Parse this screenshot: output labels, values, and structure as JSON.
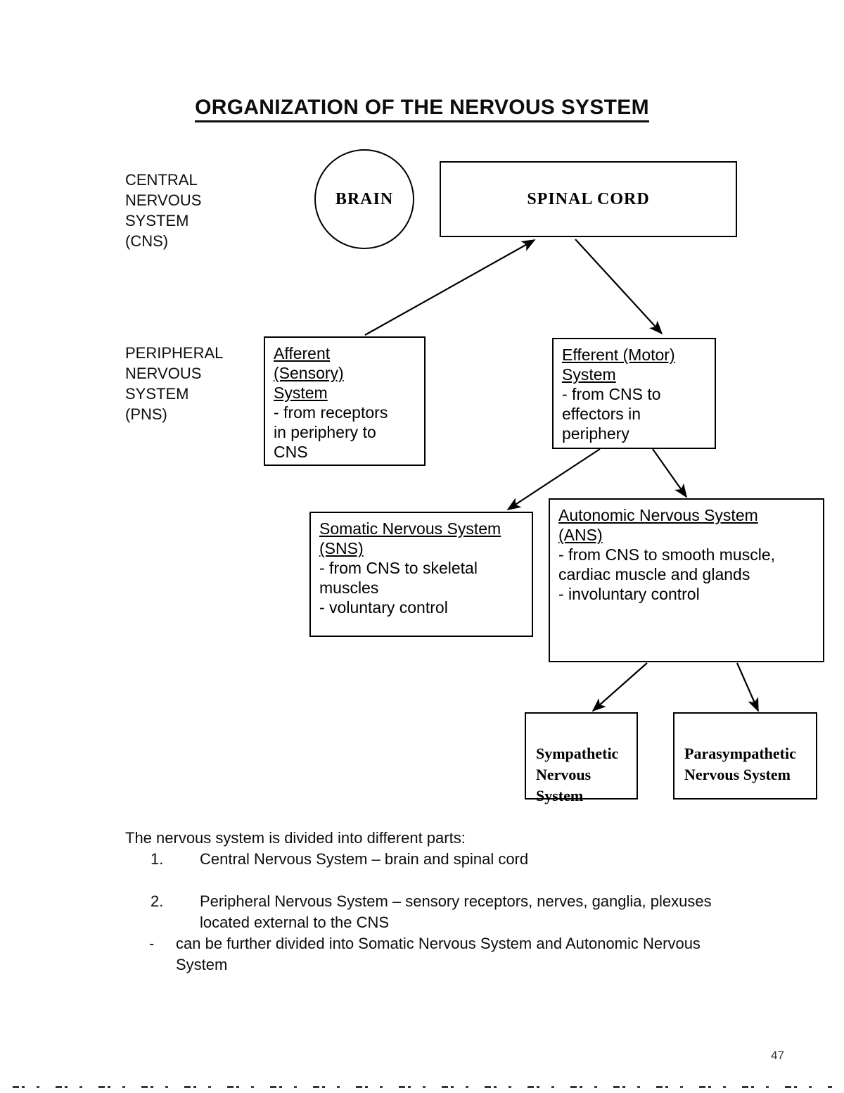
{
  "document": {
    "title": "ORGANIZATION OF THE NERVOUS SYSTEM",
    "page_number": "47"
  },
  "labels": {
    "cns": "CENTRAL\nNERVOUS\nSYSTEM\n(CNS)",
    "pns": "PERIPHERAL\nNERVOUS\nSYSTEM\n(PNS)"
  },
  "diagram": {
    "type": "flowchart",
    "nodes": {
      "brain": {
        "text": "BRAIN"
      },
      "spinal_cord": {
        "text": "SPINAL CORD"
      },
      "afferent": {
        "heading": "Afferent\n(Sensory)\nSystem",
        "body": "- from receptors\n   in periphery to\n   CNS"
      },
      "efferent": {
        "heading": "Efferent (Motor)\nSystem",
        "body": "- from CNS to\n   effectors in\n   periphery"
      },
      "somatic": {
        "heading": "Somatic Nervous System\n(SNS)",
        "body": "- from CNS to skeletal\n   muscles\n- voluntary control"
      },
      "autonomic": {
        "heading": "Autonomic Nervous System\n(ANS)",
        "body": "- from CNS to smooth  muscle,\n   cardiac muscle and glands\n- involuntary control"
      },
      "sympathetic": {
        "text": "Sympathetic\nNervous\nSystem"
      },
      "parasympathetic": {
        "text": "Parasympathetic\nNervous System"
      }
    },
    "edges": [
      {
        "from": "afferent",
        "to": "spinal_cord"
      },
      {
        "from": "spinal_cord",
        "to": "efferent"
      },
      {
        "from": "efferent",
        "to": "somatic"
      },
      {
        "from": "efferent",
        "to": "autonomic"
      },
      {
        "from": "autonomic",
        "to": "sympathetic"
      },
      {
        "from": "autonomic",
        "to": "parasympathetic"
      }
    ]
  },
  "prose": {
    "lead": "The nervous system is divided into different parts:",
    "items": [
      {
        "marker": "1.",
        "text": "Central Nervous System – brain and spinal cord"
      },
      {
        "marker": "2.",
        "text": "Peripheral Nervous System – sensory receptors, nerves,\n      ganglia, plexuses located external to the CNS"
      },
      {
        "marker": "-",
        "text": "can be further divided into Somatic Nervous System and Autonomic\nNervous System"
      }
    ]
  },
  "colors": {
    "ink": "#000000",
    "paper": "#ffffff"
  }
}
